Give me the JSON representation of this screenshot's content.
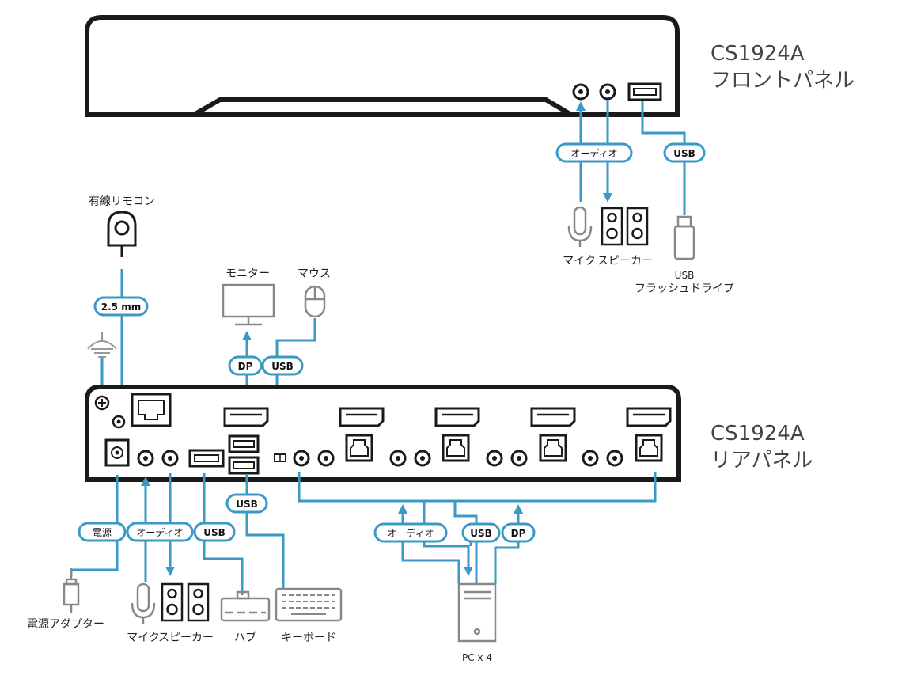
{
  "front_title_line1": "CS1924A",
  "front_title_line2": "フロントパネル",
  "rear_title_line1": "CS1924A",
  "rear_title_line2": "リアパネル",
  "labels": {
    "remote": "有線リモコン",
    "monitor": "モニター",
    "mouse": "マウス",
    "mic_front": "マイク",
    "speaker_front": "スピーカー",
    "usb_drive_line1": "USB",
    "usb_drive_line2": "フラッシュドライブ",
    "power_adapter": "電源アダプター",
    "mic_rear": "マイク",
    "speaker_rear": "スピーカー",
    "hub": "ハブ",
    "keyboard": "キーボード",
    "pc": "PC x 4"
  },
  "pills": {
    "audio_front": "オーディオ",
    "usb_front": "USB",
    "remote_size": "2.5 mm",
    "dp_monitor": "DP",
    "usb_mouse": "USB",
    "usb_keyboard": "USB",
    "power": "電源",
    "audio_rear": "オーディオ",
    "usb_hub": "USB",
    "audio_pc": "オーディオ",
    "usb_pc": "USB",
    "dp_pc": "DP"
  },
  "colors": {
    "cable": "#3a9ac5",
    "outline": "#1a1a1a",
    "device_gray": "#888888"
  }
}
